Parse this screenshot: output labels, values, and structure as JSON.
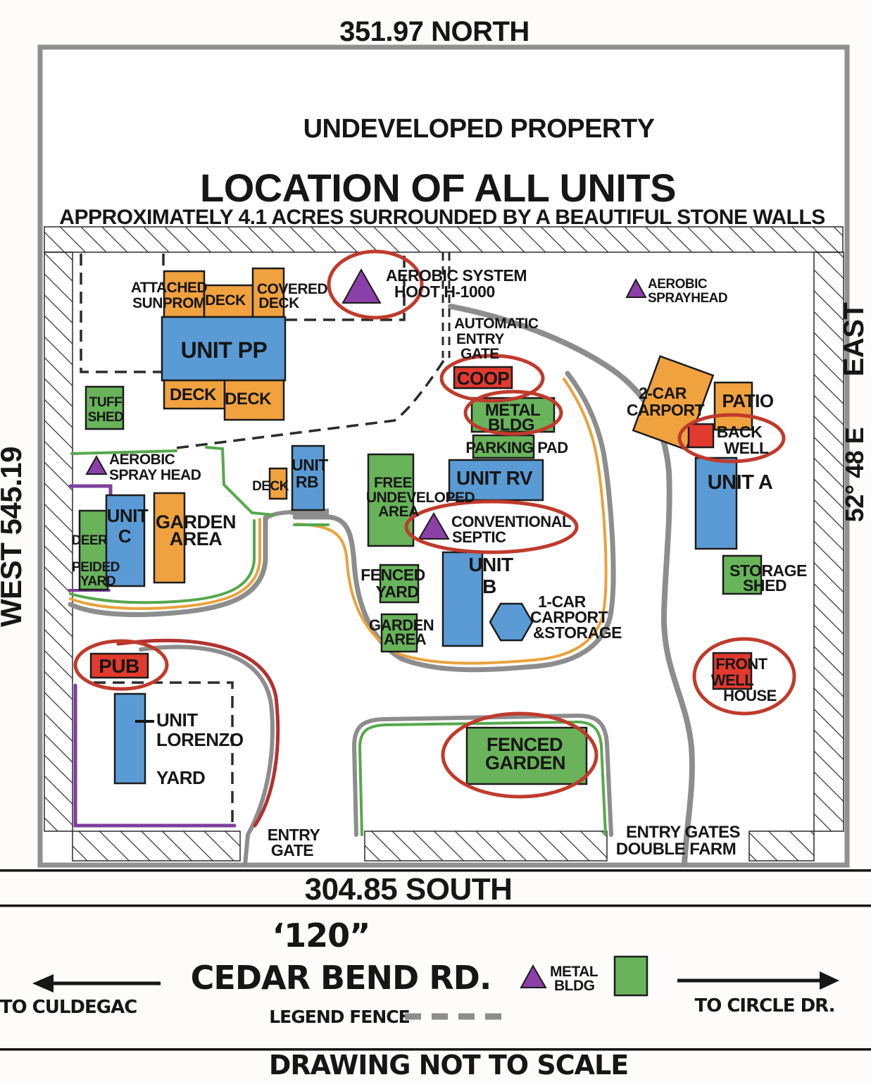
{
  "colors": {
    "building_blue": "#5b9bd5",
    "deck_orange": "#f0a23f",
    "shed_green": "#69b35a",
    "well_red": "#e23a2e",
    "septic_purple": "#8b3fa8",
    "highlight_red": "#c03a2c",
    "road_gray": "#8d8d8d",
    "road_orange": "#e8a33d",
    "road_red": "#b23230",
    "fence_green": "#55a84c",
    "fence_purple": "#7c3f9c",
    "wall_gray": "#909090",
    "ink": "#161616"
  },
  "header": {
    "north_dimension": "351.97  NORTH",
    "undeveloped_label": "UNDEVELOPED PROPERTY",
    "title": "LOCATION OF ALL UNITS",
    "subtitle": "APPROXIMATELY 4.1 ACRES SURROUNDED BY A BEAUTIFUL STONE WALLS"
  },
  "borders": {
    "west_dimension": "WEST 545.19",
    "east_label": "EAST",
    "east_bearing": "52° 48 E",
    "south_dimension": "304.85 SOUTH"
  },
  "map": {
    "labels": {
      "attached_sunprom": [
        "ATTACHED",
        "SUNPROM"
      ],
      "deck_top": "DECK",
      "covered_deck": [
        "COVERED",
        "DECK"
      ],
      "unit_pp": "UNIT PP",
      "deck_bottom_left": "DECK",
      "deck_bottom_right": "DECK",
      "tuff_shed": [
        "TUFF",
        "SHED"
      ],
      "aerobic_system": [
        "AEROBIC SYSTEM",
        "HOOT H-1000"
      ],
      "aerobic_sprayhead_right": [
        "AEROBIC",
        "SPRAYHEAD"
      ],
      "automatic_entry_gate": [
        "AUTOMATIC",
        "ENTRY",
        "GATE"
      ],
      "coop": "COOP",
      "metal_bldg": [
        "METAL",
        "BLDG"
      ],
      "parking_pad": "PARKING PAD",
      "two_car_carport": [
        "2-CAR",
        "CARPORT"
      ],
      "patio": "PATIO",
      "back_well": [
        "BACK",
        "WELL"
      ],
      "unit_a": "UNIT A",
      "aerobic_spray_head_left": [
        "AEROBIC",
        "SPRAY HEAD"
      ],
      "unit_rb": [
        "UNIT",
        "RB"
      ],
      "deck_rb": "DECK",
      "free_undeveloped_area": [
        "FREE",
        "UNDEVELOPED",
        "AREA"
      ],
      "unit_rv": "UNIT RV",
      "unit_c": [
        "UNIT",
        "C"
      ],
      "garden_area_west": [
        "GARDEN",
        "AREA"
      ],
      "deer": "DEER",
      "peided_yard": [
        "PEIDED",
        "YARD"
      ],
      "conventional_septic": [
        "CONVENTIONAL",
        "SEPTIC"
      ],
      "fenced_yard": [
        "FENCED",
        "YARD"
      ],
      "unit_b": [
        "UNIT",
        "B"
      ],
      "garden_area_south": [
        "GARDEN",
        "AREA"
      ],
      "one_car_carport": [
        "1-CAR",
        "CARPORT",
        "&STORAGE"
      ],
      "storage_shed": [
        "STORAGE",
        "SHED"
      ],
      "pub": "PUB",
      "unit_lorenzo": [
        "UNIT",
        "LORENZO"
      ],
      "yard": "YARD",
      "front_well_house": [
        "FRONT",
        "WELL",
        "HOUSE"
      ],
      "fenced_garden": [
        "FENCED",
        "GARDEN"
      ],
      "entry_gate": [
        "ENTRY",
        "GATE"
      ],
      "entry_gates_double_farm": [
        "ENTRY GATES",
        "DOUBLE FARM"
      ]
    }
  },
  "footer": {
    "street_number": "‘120”",
    "street_name": "CEDAR BEND RD.",
    "to_left": "TO CULDEGAC",
    "to_right": "TO CIRCLE DR.",
    "legend_metal_bldg": [
      "METAL",
      "BLDG"
    ],
    "legend_fence_label": "LEGEND FENCE",
    "disclaimer": "DRAWING NOT TO SCALE"
  }
}
